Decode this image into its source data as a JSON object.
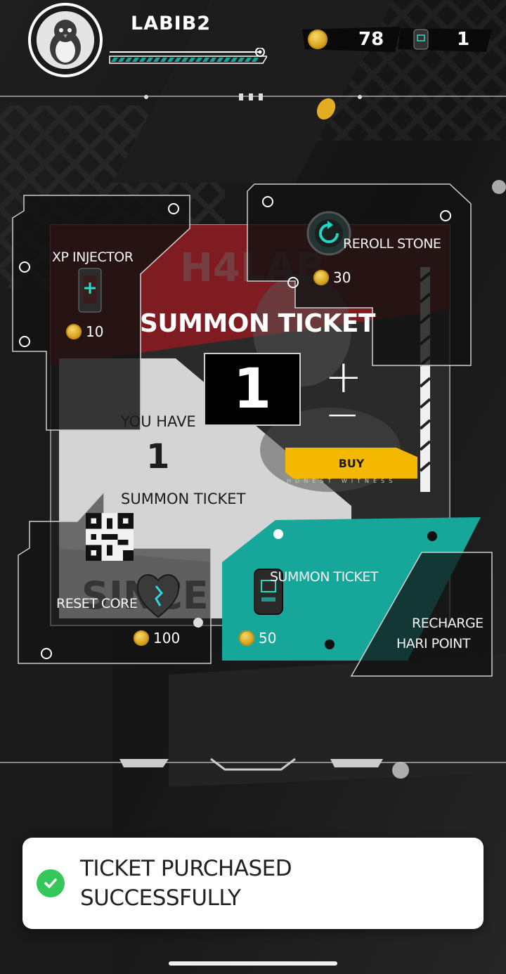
{
  "user": {
    "name": "LABIB2",
    "xp_fraction": 0.93
  },
  "currencies": {
    "coins": "78",
    "tickets": "1"
  },
  "shop": {
    "xp_injector": {
      "label": "XP INJECTOR",
      "price": "10"
    },
    "reroll_stone": {
      "label": "REROLL STONE",
      "price": "30"
    },
    "reset_core": {
      "label": "RESET CORE",
      "price": "100"
    },
    "summon_ticket_item": {
      "label": "SUMMON TICKET",
      "price": "50"
    },
    "recharge": {
      "label_line1": "RECHARGE",
      "label_line2": "HARI POINT"
    }
  },
  "purchase": {
    "title": "SUMMON TICKET",
    "quantity": "1",
    "plus": "+",
    "minus": "−",
    "buy_label": "BUY",
    "buy_sub": "HONEST WITNESS",
    "you_have_label": "YOU HAVE",
    "owned_count": "1",
    "owned_item": "SUMMON TICKET",
    "bg_watermark": "H4LAB",
    "bg_word": "SINCE"
  },
  "toast": {
    "line1": "TICKET PURCHASED",
    "line2": "SUCCESSFULLY",
    "color": "#35c759"
  },
  "colors": {
    "teal": "#16a79a",
    "yellow": "#f5b800",
    "red": "#8e1a20"
  }
}
